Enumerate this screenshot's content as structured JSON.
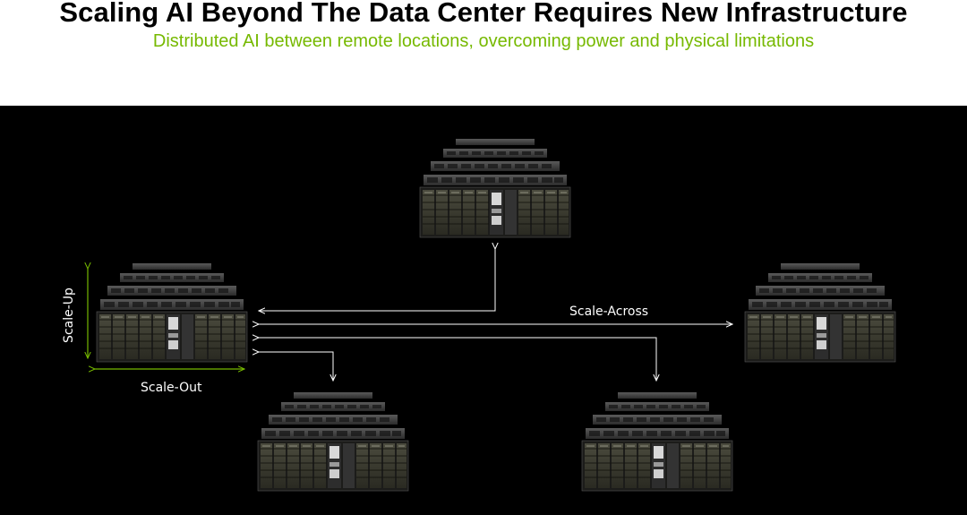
{
  "header": {
    "title": "Scaling AI Beyond The Data Center Requires New Infrastructure",
    "subtitle": "Distributed AI between remote locations, overcoming power and physical limitations"
  },
  "diagram": {
    "labels": {
      "scale_across": "Scale-Across",
      "scale_out": "Scale-Out",
      "scale_up": "Scale-Up"
    },
    "clusters": [
      {
        "id": "cluster-main"
      },
      {
        "id": "cluster-top"
      },
      {
        "id": "cluster-right"
      },
      {
        "id": "cluster-bottom-left"
      },
      {
        "id": "cluster-bottom-right"
      }
    ],
    "colors": {
      "accent": "#76b900",
      "link": "#ffffff",
      "background": "#000000"
    }
  }
}
